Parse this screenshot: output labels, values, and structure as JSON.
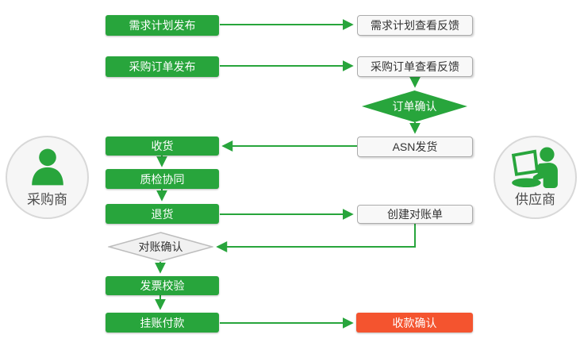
{
  "colors": {
    "green": "#28a53c",
    "red": "#f4542f"
  },
  "actors": {
    "buyer": {
      "label": "采购商",
      "icon": "person-icon"
    },
    "supplier": {
      "label": "供应商",
      "icon": "person-laptop-icon"
    }
  },
  "flow": {
    "demand_plan_publish": {
      "label": "需求计划发布"
    },
    "demand_plan_feedback": {
      "label": "需求计划查看反馈"
    },
    "purchase_order_publish": {
      "label": "采购订单发布"
    },
    "purchase_order_feedback": {
      "label": "采购订单查看反馈"
    },
    "order_confirm": {
      "label": "订单确认"
    },
    "receive_goods": {
      "label": "收货"
    },
    "asn_shipping": {
      "label": "ASN发货"
    },
    "quality_collaboration": {
      "label": "质检协同"
    },
    "return_goods": {
      "label": "退货"
    },
    "create_statement": {
      "label": "创建对账单"
    },
    "statement_confirm": {
      "label": "对账确认"
    },
    "invoice_verification": {
      "label": "发票校验"
    },
    "book_payment": {
      "label": "挂账付款"
    },
    "receipt_confirm": {
      "label": "收款确认"
    }
  }
}
